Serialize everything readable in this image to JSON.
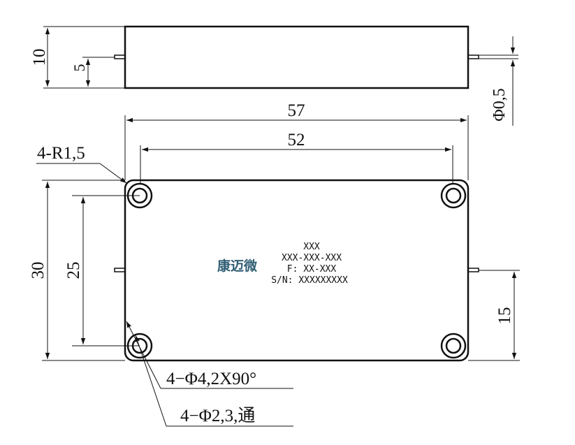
{
  "drawing": {
    "dims": {
      "height_10": "10",
      "pin_5": "5",
      "pin_diameter": "Φ0,5",
      "width_57": "57",
      "hole_span_52": "52",
      "corner_radius": "4-R1,5",
      "height_30": "30",
      "hole_span_25": "25",
      "pin_15": "15",
      "countersink": "4−Φ4,2X90°",
      "through_hole": "4−Φ2,3,通"
    },
    "label_plate": {
      "logo": "康迈微",
      "line1": "XXX",
      "line2": "XXX-XXX-XXX",
      "line3": "F: XX-XXX",
      "line4": "S/N: XXXXXXXXX"
    },
    "colors": {
      "line": "#111111",
      "logo": "#2f5d73"
    }
  }
}
